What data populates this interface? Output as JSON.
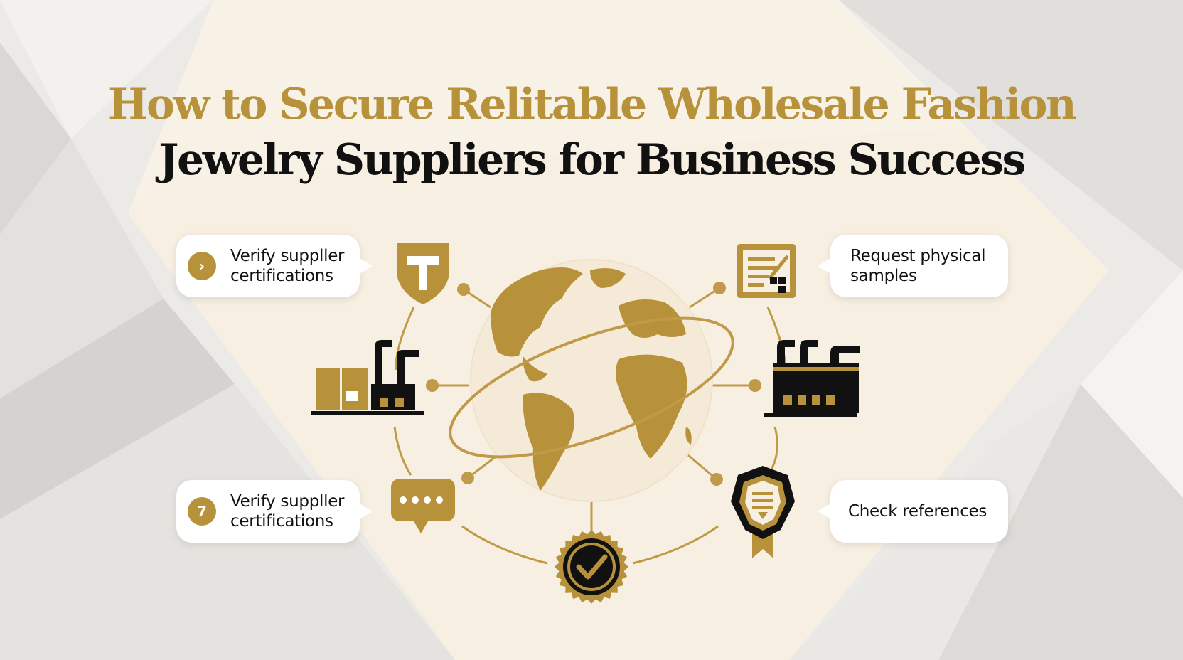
{
  "title": {
    "line1": "How to Secure Relitable Wholesale Fashion",
    "line2": "Jewelry Suppliers for Business Success"
  },
  "colors": {
    "gold": "#b8923a",
    "black": "#111111",
    "cream": "#f7efe2",
    "card": "#ffffff"
  },
  "callouts": {
    "top_left": {
      "badge": "›",
      "text": "Verify suppller\ncertifications"
    },
    "bottom_left": {
      "badge": "7",
      "text": "Verify suppller\ncertifications"
    },
    "top_right": {
      "text": "Request physical\nsamples"
    },
    "bottom_right": {
      "text": "Check references"
    }
  },
  "icons": {
    "shield": "shield-icon",
    "warehouse": "warehouse-factory-icon",
    "chat": "chat-bubble-icon",
    "checklist": "checklist-document-icon",
    "factory": "factory-icon",
    "certificate": "certificate-award-icon",
    "checkmark": "checkmark-seal-icon",
    "globe": "globe-icon"
  }
}
